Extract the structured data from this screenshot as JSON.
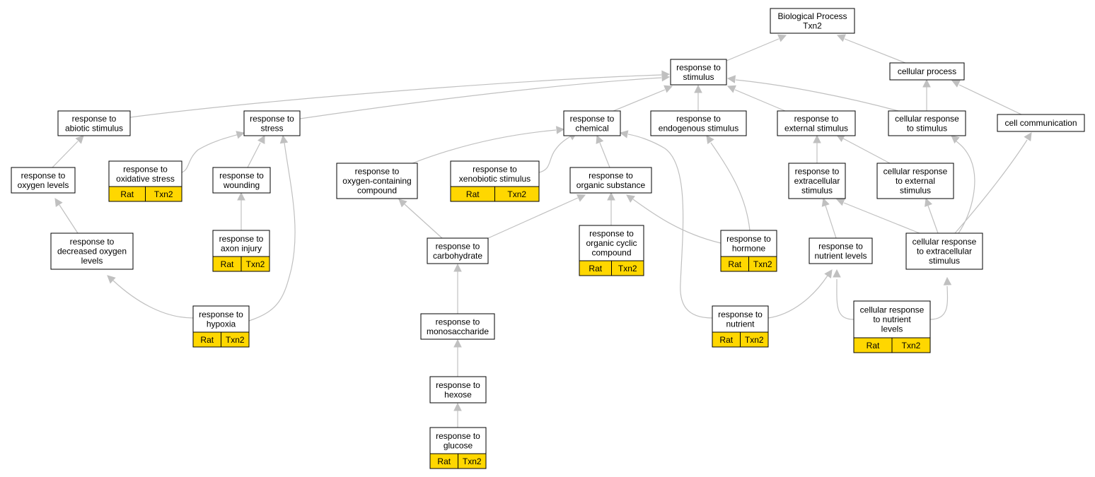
{
  "graph": {
    "nodes": [
      {
        "id": "bp",
        "lines": [
          "Biological Process",
          "Txn2"
        ],
        "annot": null
      },
      {
        "id": "stimulus",
        "lines": [
          "response to",
          "stimulus"
        ],
        "annot": null
      },
      {
        "id": "cellular_process",
        "lines": [
          "cellular process"
        ],
        "annot": null
      },
      {
        "id": "abiotic",
        "lines": [
          "response to",
          "abiotic stimulus"
        ],
        "annot": null
      },
      {
        "id": "stress",
        "lines": [
          "response to",
          "stress"
        ],
        "annot": null
      },
      {
        "id": "chemical",
        "lines": [
          "response to",
          "chemical"
        ],
        "annot": null
      },
      {
        "id": "endogenous",
        "lines": [
          "response to",
          "endogenous stimulus"
        ],
        "annot": null
      },
      {
        "id": "external",
        "lines": [
          "response to",
          "external stimulus"
        ],
        "annot": null
      },
      {
        "id": "cell_resp_stim",
        "lines": [
          "cellular response",
          "to stimulus"
        ],
        "annot": null
      },
      {
        "id": "cell_comm",
        "lines": [
          "cell communication"
        ],
        "annot": null
      },
      {
        "id": "oxygen_levels",
        "lines": [
          "response to",
          "oxygen levels"
        ],
        "annot": null
      },
      {
        "id": "oxidative",
        "lines": [
          "response to",
          "oxidative stress"
        ],
        "annot": [
          "Rat",
          "Txn2"
        ]
      },
      {
        "id": "wounding",
        "lines": [
          "response to",
          "wounding"
        ],
        "annot": null
      },
      {
        "id": "oxygen_compound",
        "lines": [
          "response to",
          "oxygen-containing",
          "compound"
        ],
        "annot": null
      },
      {
        "id": "xenobiotic",
        "lines": [
          "response to",
          "xenobiotic stimulus"
        ],
        "annot": [
          "Rat",
          "Txn2"
        ]
      },
      {
        "id": "organic_substance",
        "lines": [
          "response to",
          "organic substance"
        ],
        "annot": null
      },
      {
        "id": "extracellular",
        "lines": [
          "response to",
          "extracellular",
          "stimulus"
        ],
        "annot": null
      },
      {
        "id": "cell_resp_ext",
        "lines": [
          "cellular response",
          "to external",
          "stimulus"
        ],
        "annot": null
      },
      {
        "id": "decreased_oxygen",
        "lines": [
          "response to",
          "decreased oxygen",
          "levels"
        ],
        "annot": null
      },
      {
        "id": "axon_injury",
        "lines": [
          "response to",
          "axon injury"
        ],
        "annot": [
          "Rat",
          "Txn2"
        ]
      },
      {
        "id": "carbohydrate",
        "lines": [
          "response to",
          "carbohydrate"
        ],
        "annot": null
      },
      {
        "id": "organic_cyclic",
        "lines": [
          "response to",
          "organic cyclic",
          "compound"
        ],
        "annot": [
          "Rat",
          "Txn2"
        ]
      },
      {
        "id": "hormone",
        "lines": [
          "response to",
          "hormone"
        ],
        "annot": [
          "Rat",
          "Txn2"
        ]
      },
      {
        "id": "nutrient_levels",
        "lines": [
          "response to",
          "nutrient levels"
        ],
        "annot": null
      },
      {
        "id": "cell_resp_extracellular",
        "lines": [
          "cellular response",
          "to extracellular",
          "stimulus"
        ],
        "annot": null
      },
      {
        "id": "hypoxia",
        "lines": [
          "response to",
          "hypoxia"
        ],
        "annot": [
          "Rat",
          "Txn2"
        ]
      },
      {
        "id": "nutrient",
        "lines": [
          "response to",
          "nutrient"
        ],
        "annot": [
          "Rat",
          "Txn2"
        ]
      },
      {
        "id": "cell_resp_nutrient",
        "lines": [
          "cellular response",
          "to nutrient",
          "levels"
        ],
        "annot": [
          "Rat",
          "Txn2"
        ]
      },
      {
        "id": "monosaccharide",
        "lines": [
          "response to",
          "monosaccharide"
        ],
        "annot": null
      },
      {
        "id": "hexose",
        "lines": [
          "response to",
          "hexose"
        ],
        "annot": null
      },
      {
        "id": "glucose",
        "lines": [
          "response to",
          "glucose"
        ],
        "annot": [
          "Rat",
          "Txn2"
        ]
      }
    ],
    "edges": [
      {
        "from": "stimulus",
        "to": "bp"
      },
      {
        "from": "cellular_process",
        "to": "bp"
      },
      {
        "from": "abiotic",
        "to": "stimulus"
      },
      {
        "from": "stress",
        "to": "stimulus"
      },
      {
        "from": "chemical",
        "to": "stimulus"
      },
      {
        "from": "endogenous",
        "to": "stimulus"
      },
      {
        "from": "external",
        "to": "stimulus"
      },
      {
        "from": "cell_resp_stim",
        "to": "stimulus"
      },
      {
        "from": "cell_resp_stim",
        "to": "cellular_process"
      },
      {
        "from": "cell_comm",
        "to": "cellular_process"
      },
      {
        "from": "oxygen_levels",
        "to": "abiotic"
      },
      {
        "from": "oxidative",
        "to": "stress"
      },
      {
        "from": "wounding",
        "to": "stress"
      },
      {
        "from": "hypoxia",
        "to": "stress"
      },
      {
        "from": "oxygen_compound",
        "to": "chemical"
      },
      {
        "from": "xenobiotic",
        "to": "chemical"
      },
      {
        "from": "organic_substance",
        "to": "chemical"
      },
      {
        "from": "nutrient",
        "to": "chemical"
      },
      {
        "from": "hormone",
        "to": "endogenous"
      },
      {
        "from": "extracellular",
        "to": "external"
      },
      {
        "from": "cell_resp_ext",
        "to": "external"
      },
      {
        "from": "cell_resp_extracellular",
        "to": "cell_resp_stim"
      },
      {
        "from": "cell_resp_extracellular",
        "to": "cell_comm"
      },
      {
        "from": "decreased_oxygen",
        "to": "oxygen_levels"
      },
      {
        "from": "axon_injury",
        "to": "wounding"
      },
      {
        "from": "carbohydrate",
        "to": "oxygen_compound"
      },
      {
        "from": "carbohydrate",
        "to": "organic_substance"
      },
      {
        "from": "organic_cyclic",
        "to": "organic_substance"
      },
      {
        "from": "hormone",
        "to": "organic_substance"
      },
      {
        "from": "nutrient_levels",
        "to": "extracellular"
      },
      {
        "from": "cell_resp_extracellular",
        "to": "extracellular"
      },
      {
        "from": "cell_resp_extracellular",
        "to": "cell_resp_ext"
      },
      {
        "from": "hypoxia",
        "to": "decreased_oxygen"
      },
      {
        "from": "nutrient",
        "to": "nutrient_levels"
      },
      {
        "from": "cell_resp_nutrient",
        "to": "nutrient_levels"
      },
      {
        "from": "cell_resp_nutrient",
        "to": "cell_resp_extracellular"
      },
      {
        "from": "monosaccharide",
        "to": "carbohydrate"
      },
      {
        "from": "hexose",
        "to": "monosaccharide"
      },
      {
        "from": "glucose",
        "to": "hexose"
      }
    ]
  }
}
